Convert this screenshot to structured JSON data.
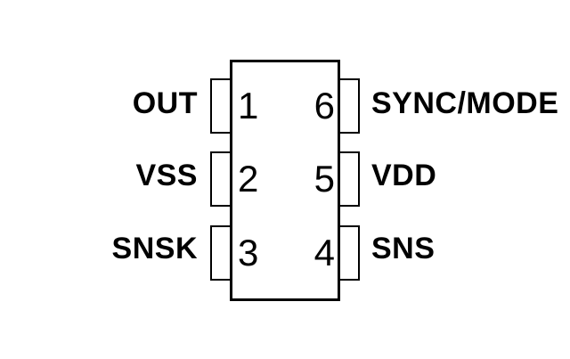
{
  "pinout": {
    "rows": [
      {
        "left": {
          "num": "1",
          "label": "OUT"
        },
        "right": {
          "num": "6",
          "label": "SYNC/MODE"
        }
      },
      {
        "left": {
          "num": "2",
          "label": "VSS"
        },
        "right": {
          "num": "5",
          "label": "VDD"
        }
      },
      {
        "left": {
          "num": "3",
          "label": "SNSK"
        },
        "right": {
          "num": "4",
          "label": "SNS"
        }
      }
    ],
    "colors": {
      "line": "#000000",
      "background": "#ffffff",
      "text": "#000000"
    }
  }
}
